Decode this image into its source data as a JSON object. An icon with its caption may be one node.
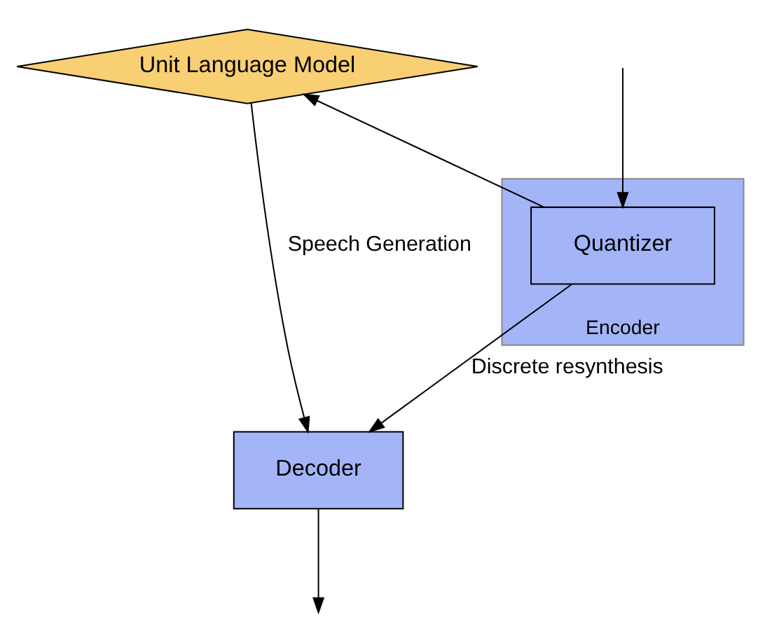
{
  "diagram": {
    "nodes": [
      {
        "text": [
          "Unit Language Model"
        ]
      },
      {
        "text": [
          "Encoder"
        ]
      },
      {
        "text": [
          "Quantizer"
        ],
        "in": 1
      },
      {
        "text": [
          "Decoder"
        ]
      }
    ],
    "edges": [
      {
        "from": 2,
        "to": 0,
        "arrow": "to"
      },
      {
        "from": 0,
        "to": 3,
        "arrow": "to",
        "label": "Speech Generation"
      },
      {
        "from": 2,
        "to": 3,
        "arrow": "to",
        "label": "Discrete resynthesis"
      },
      {
        "from": null,
        "to": 2,
        "arrow": "to"
      },
      {
        "from": 3,
        "to": null,
        "arrow": "to"
      }
    ]
  }
}
